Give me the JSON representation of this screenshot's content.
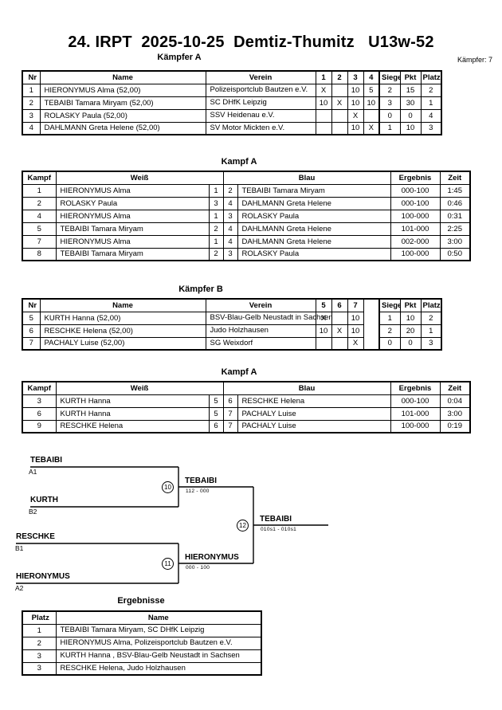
{
  "header": {
    "title": "24. IRPT  2025-10-25  Demtiz-Thumitz   U13w-52",
    "subtitle_a": "Kämpfer A",
    "competitor_count": "Kämpfer: 7"
  },
  "pool_a": {
    "columns": {
      "nr": "Nr",
      "name": "Name",
      "verein": "Verein",
      "rr": [
        "1",
        "2",
        "3",
        "4"
      ],
      "siege": "Siege",
      "pkt": "Pkt",
      "platz": "Platz"
    },
    "rows": [
      {
        "nr": "1",
        "name": "HIERONYMUS Alma  (52,00)",
        "verein": "Polizeisportclub Bautzen e.V.",
        "cells": [
          "X",
          "",
          "10",
          "5"
        ],
        "siege": "2",
        "pkt": "15",
        "platz": "2"
      },
      {
        "nr": "2",
        "name": "TEBAIBI Tamara Miryam  (52,00)",
        "verein": "SC DHfK Leipzig",
        "cells": [
          "10",
          "X",
          "10",
          "10"
        ],
        "siege": "3",
        "pkt": "30",
        "platz": "1"
      },
      {
        "nr": "3",
        "name": "ROLASKY Paula  (52,00)",
        "verein": "SSV Heidenau e.V.",
        "cells": [
          "",
          "",
          "X",
          ""
        ],
        "siege": "0",
        "pkt": "0",
        "platz": "4"
      },
      {
        "nr": "4",
        "name": "DAHLMANN Greta Helene  (52,00)",
        "verein": "SV Motor Mickten e.V.",
        "cells": [
          "",
          "",
          "10",
          "X"
        ],
        "siege": "1",
        "pkt": "10",
        "platz": "3"
      }
    ]
  },
  "matches_a": {
    "heading": "Kampf A",
    "columns": {
      "kampf": "Kampf",
      "weiss": "Weiß",
      "blau": "Blau",
      "ergebnis": "Ergebnis",
      "zeit": "Zeit"
    },
    "rows": [
      {
        "kampf": "1",
        "weiss": "HIERONYMUS Alma",
        "weiss_win": false,
        "wn": "1",
        "bn": "2",
        "blau": "TEBAIBI Tamara Miryam",
        "blau_win": true,
        "ergebnis": "000-100",
        "zeit": "1:45"
      },
      {
        "kampf": "2",
        "weiss": "ROLASKY Paula",
        "weiss_win": false,
        "wn": "3",
        "bn": "4",
        "blau": "DAHLMANN Greta Helene",
        "blau_win": true,
        "ergebnis": "000-100",
        "zeit": "0:46"
      },
      {
        "kampf": "4",
        "weiss": "HIERONYMUS Alma",
        "weiss_win": true,
        "wn": "1",
        "bn": "3",
        "blau": "ROLASKY Paula",
        "blau_win": false,
        "ergebnis": "100-000",
        "zeit": "0:31"
      },
      {
        "kampf": "5",
        "weiss": "TEBAIBI Tamara Miryam",
        "weiss_win": true,
        "wn": "2",
        "bn": "4",
        "blau": "DAHLMANN Greta Helene",
        "blau_win": false,
        "ergebnis": "101-000",
        "zeit": "2:25"
      },
      {
        "kampf": "7",
        "weiss": "HIERONYMUS Alma",
        "weiss_win": true,
        "wn": "1",
        "bn": "4",
        "blau": "DAHLMANN Greta Helene",
        "blau_win": false,
        "ergebnis": "002-000",
        "zeit": "3:00"
      },
      {
        "kampf": "8",
        "weiss": "TEBAIBI Tamara Miryam",
        "weiss_win": true,
        "wn": "2",
        "bn": "3",
        "blau": "ROLASKY Paula",
        "blau_win": false,
        "ergebnis": "100-000",
        "zeit": "0:50"
      }
    ]
  },
  "pool_b": {
    "heading": "Kämpfer B",
    "columns": {
      "nr": "Nr",
      "name": "Name",
      "verein": "Verein",
      "rr": [
        "5",
        "6",
        "7"
      ],
      "siege": "Siege",
      "pkt": "Pkt",
      "platz": "Platz"
    },
    "rows": [
      {
        "nr": "5",
        "name": "KURTH Hanna  (52,00)",
        "verein": "BSV-Blau-Gelb Neustadt in Sachsen",
        "cells": [
          "X",
          "",
          "10"
        ],
        "siege": "1",
        "pkt": "10",
        "platz": "2"
      },
      {
        "nr": "6",
        "name": "RESCHKE Helena  (52,00)",
        "verein": "Judo Holzhausen",
        "cells": [
          "10",
          "X",
          "10"
        ],
        "siege": "2",
        "pkt": "20",
        "platz": "1"
      },
      {
        "nr": "7",
        "name": "PACHALY Luise  (52,00)",
        "verein": "SG Weixdorf",
        "cells": [
          "",
          "",
          "X"
        ],
        "siege": "0",
        "pkt": "0",
        "platz": "3"
      }
    ]
  },
  "matches_b": {
    "heading": "Kampf A",
    "columns": {
      "kampf": "Kampf",
      "weiss": "Weiß",
      "blau": "Blau",
      "ergebnis": "Ergebnis",
      "zeit": "Zeit"
    },
    "rows": [
      {
        "kampf": "3",
        "weiss": "KURTH Hanna",
        "weiss_win": false,
        "wn": "5",
        "bn": "6",
        "blau": "RESCHKE Helena",
        "blau_win": true,
        "ergebnis": "000-100",
        "zeit": "0:04"
      },
      {
        "kampf": "6",
        "weiss": "KURTH Hanna",
        "weiss_win": true,
        "wn": "5",
        "bn": "7",
        "blau": "PACHALY Luise",
        "blau_win": false,
        "ergebnis": "101-000",
        "zeit": "3:00"
      },
      {
        "kampf": "9",
        "weiss": "RESCHKE Helena",
        "weiss_win": true,
        "wn": "6",
        "bn": "7",
        "blau": "PACHALY Luise",
        "blau_win": false,
        "ergebnis": "100-000",
        "zeit": "0:19"
      }
    ]
  },
  "bracket": {
    "entries": [
      {
        "name": "TEBAIBI",
        "seed": "A1",
        "bold": true
      },
      {
        "name": "KURTH",
        "seed": "B2",
        "bold": false
      },
      {
        "name": "RESCHKE",
        "seed": "B1",
        "bold": false
      },
      {
        "name": "HIERONYMUS",
        "seed": "A2",
        "bold": true
      }
    ],
    "semifinals": [
      {
        "num": "10",
        "winner": "TEBAIBI",
        "score": "112 - 000"
      },
      {
        "num": "11",
        "winner": "HIERONYMUS",
        "score": "000 - 100"
      }
    ],
    "final": {
      "num": "12",
      "winner": "TEBAIBI",
      "score": "010s1 - 010s1"
    }
  },
  "results": {
    "heading": "Ergebnisse",
    "columns": {
      "platz": "Platz",
      "name": "Name"
    },
    "rows": [
      {
        "platz": "1",
        "name": "TEBAIBI Tamara Miryam, SC DHfK Leipzig"
      },
      {
        "platz": "2",
        "name": "HIERONYMUS Alma, Polizeisportclub Bautzen e.V."
      },
      {
        "platz": "3",
        "name": "KURTH Hanna , BSV-Blau-Gelb Neustadt in Sachsen"
      },
      {
        "platz": "3",
        "name": "RESCHKE Helena, Judo Holzhausen"
      }
    ]
  }
}
